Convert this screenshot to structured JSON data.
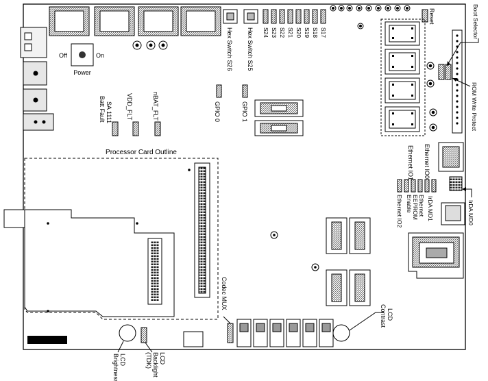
{
  "labels": {
    "off": "Off",
    "on": "On",
    "power": "Power",
    "hex_switch_s26": "Hex Switch S26",
    "hex_switch_s25": "Hex Switch S25",
    "switch_labels": [
      "S24",
      "S23",
      "S22",
      "S21",
      "S20",
      "S19",
      "S18",
      "S17"
    ],
    "reset": "Reset",
    "boot_selector": "Boot Selector",
    "rom_write_protect": "ROM Write Protect",
    "sa1111_line1": "SA 1111",
    "sa1111_line2": "Batt Fault",
    "vdd_flt": "VDD_FLT",
    "nbat_flt": "nBAT_FLT",
    "gpio0": "GPIO 0",
    "gpio1": "GPIO 1",
    "processor_card_outline": "Processor Card Outline",
    "ethernet_io0": "Ethernet IO0",
    "ethernet_io1": "Ethernet IO1",
    "irda_md0": "IrDA MD0",
    "irda_md1": "IrDA MD1",
    "ethernet_eeprom_line1": "Ethernet",
    "ethernet_eeprom_line2": "EEPROM",
    "ethernet_eeprom_line3": "Enable",
    "ethernet_io2": "Ethernet IO2",
    "codec_mux": "Codec MUX",
    "lcd_contrast_line1": "LCD",
    "lcd_contrast_line2": "Contrast",
    "lcd_brightness_line1": "LCD",
    "lcd_brightness_line2": "Brightness",
    "lcd_backlight_line1": "LCD",
    "lcd_backlight_line2": "Backlight",
    "lcd_backlight_line3": "(TDK)"
  }
}
